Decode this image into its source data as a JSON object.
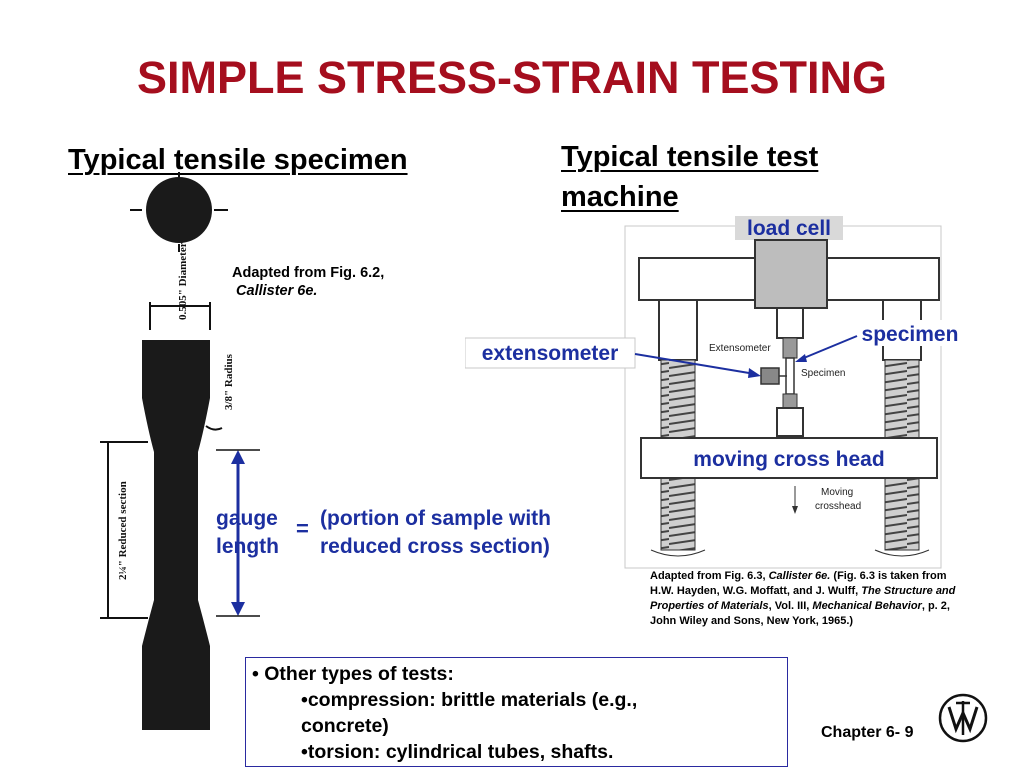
{
  "slide": {
    "title": "SIMPLE STRESS-STRAIN TESTING",
    "footer": "Chapter 6- 9"
  },
  "specimen": {
    "heading": "Typical tensile specimen",
    "caption_line1": "Adapted from Fig. 6.2,",
    "caption_line2": "Callister 6e.",
    "dim_diameter": "0.505\" Diameter",
    "dim_radius": "3/8\" Radius",
    "dim_reduced": "2¼\" Reduced section"
  },
  "gauge": {
    "left_line1": "gauge",
    "left_line2": "length",
    "equals": "=",
    "right_line1": "(portion of sample with",
    "right_line2": "reduced cross section)"
  },
  "machine": {
    "heading_line1": "Typical tensile test",
    "heading_line2": "machine",
    "label_load_cell": "load cell",
    "label_specimen": "specimen",
    "label_extensometer": "extensometer",
    "label_cross_head": "moving cross head",
    "label_small_extensometer": "Extensometer",
    "label_small_specimen": "Specimen",
    "label_moving": "Moving",
    "label_crosshead": "crosshead",
    "caption_a": "Adapted from Fig. 6.3, ",
    "caption_b": "Callister 6e.",
    "caption_c": "  (Fig. 6.3 is taken from H.W. Hayden, W.G. Moffatt, and J. Wulff, ",
    "caption_d": "The Structure and Properties of Materials",
    "caption_e": ", Vol. III, ",
    "caption_f": "Mechanical Behavior",
    "caption_g": ", p. 2, John Wiley and Sons, New York, 1965.)"
  },
  "tests": {
    "line1": "• Other types of tests:",
    "line2": "•compression:  brittle materials (e.g.,",
    "line3": "concrete)",
    "line4": "•torsion:  cylindrical tubes, shafts."
  },
  "colors": {
    "title": "#a50e1e",
    "annotation_blue": "#1c2fa0"
  },
  "icons": {
    "seal": "wiley-seal-icon"
  }
}
